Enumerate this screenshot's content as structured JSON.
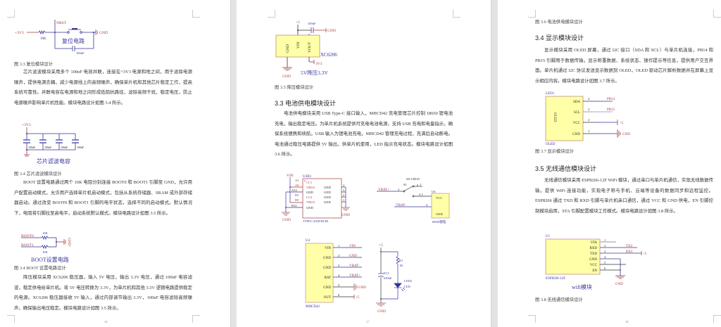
{
  "page16": {
    "fig_reset": {
      "vcc": "+3V3",
      "resistor": "10K",
      "nrst": "NRST",
      "gnd": "GND",
      "title": "复位电路",
      "cap": "100nF"
    },
    "caption_reset": "图 3.3  复位模块设计",
    "para_filter": "芯片滤波模块采用多个 100nF 电容并联，连接在+3V3 电源和地之间，用于滤除电源噪声，提供电源去耦，减少电源线上的高频噪声，确保单片机和其他芯片稳定工作，提高系统可靠性。并联电容在电源和地之间形成低阻抗路径，滤除高频干扰，稳定电压，防止电源噪声影响单片机性能。模块电路设计如图 3.4 所示。",
    "fig_filter": {
      "vcc": "+3V3",
      "caps": [
        "100nF",
        "100nF",
        "100nF",
        "100nF"
      ],
      "title": "芯片滤波电容"
    },
    "caption_filter": "图 3.4  芯片滤波模块设计",
    "para_boot": "BOOT 设置电路通过两个 10K 电阻分别连接 BOOT0 和 BOOT1 引脚至 GND，允许用户配置启动模式，允许用户选择单片机启动模式，包括从系统存储器、SRAM 或外部存储器启动。通过改变 BOOT0 和 BOOT1 引脚的电平状态，选择不同的启动模式。默认情况下，电阻将引脚拉至高电平，启动系统默认模式。模块电路设计如图 3.5 所示。",
    "fig_boot": {
      "boot0": "BOOT0",
      "boot1": "BOOT1",
      "r0": "10K",
      "r1": "10K",
      "gnd": "GND",
      "title": "BOOT设置电路"
    },
    "caption_boot": "图 3.4 BOOT 设置电路设计",
    "para_reg": "降压模块采用 XC6206 稳压器，输入 5V 电压，输出 3.3V 电压，通过 100nF 电容滤波，稳定供电给单片机。将 5V 电压转换为 3.3V，为单片机和其他 3.3V 逻辑电路提供稳定的电源。XC6206 稳压器接收 5V 输入，通过内部调节输出 3.3V，100nF 电容滤除高频噪声，确保输出电压稳定。模块电路设计如图 3.5 所示。",
    "page_number": "16"
  },
  "page17": {
    "fig_reg": {
      "vin_net": "+5",
      "cap": "100nF",
      "gnd_right": "GND",
      "pin_gnd": "GND",
      "pin_vin": "VIN",
      "pin_vout": "VOUT",
      "part": "XC6206",
      "out_net": "3V3",
      "gnd_bottom": "GND",
      "title": "5V降压3.3V"
    },
    "caption_reg": "图 3.5  降压模块设计",
    "heading": "3.3  电池供电模块设计",
    "para": "电池供电模块采用 USB Type-C 接口输入，MHCD42 充电管理芯片控制 18650 锂电池充电，输出稳定电压。为单片机系统提供可充电电池电源，支持 USB 充电和电量指示，确保系统便携和续航。USB 输入为锂电池充电，MHCD42 管理充电过程，充满后自动断电。电池通过稳压电路提供 5V 输出，供单片机使用，LED 指示充电状态。模块电路设计如图 3.6 所示。",
    "fig_usb": {
      "ref": "USB1",
      "vin": "VIN",
      "part": "TYPEC-250D-BCP6",
      "gnd_left": "GND",
      "gnd_right": "GND",
      "left_pins": [
        "A5",
        "A9",
        "A12",
        "B5",
        "B9",
        "B12"
      ],
      "left_names": [
        "CC1",
        "VBUS",
        "GND",
        "CC2",
        "VBUS",
        "GND"
      ],
      "right_names": [
        "GND",
        "GND",
        "GND",
        "GND"
      ],
      "right_nums": [
        "4",
        "3",
        "2",
        "1"
      ]
    },
    "fig_switch": {
      "part": "SS-12D10",
      "ref": "S1",
      "vbat_p": "VBAT+",
      "vbat_n": "VBAT-",
      "pin2": "2",
      "pin1": "1",
      "pin31": "3   1",
      "bat_ref": "U6",
      "bat_vcc": "VCC",
      "bat_gnd": "GND",
      "bat_pin2": "2",
      "bat_name": "18650锂电"
    },
    "fig_charger": {
      "ref": "U4",
      "part": "MHCD42",
      "pins": [
        "VIN",
        "GND",
        "GND",
        "BAT",
        "GND",
        "OUT"
      ],
      "nums": [
        "1",
        "2",
        "3",
        "4",
        "5",
        "6"
      ],
      "nets": [
        "VIN",
        "GND",
        "VBAT-",
        "VBAT+"
      ],
      "gnd": "GND",
      "plus5": "+5"
    },
    "fig_led": {
      "vcc": "+5",
      "r_ref": "R1",
      "r_val": "1K",
      "c_ref": "EC1",
      "c_val": "220uF",
      "led_ref": "LED2",
      "led_val": "LED",
      "gnd": "GND"
    },
    "page_number": "17"
  },
  "page18": {
    "caption_battery": "图 3.6  电池供电模块设计",
    "heading_display": "3.4 显示模块设计",
    "para_display": "显示模块采用 OLED 屏幕，通过 I2C 接口（SDA 和 SCL）与单片机连接，PB14 和 PB15 引脚用于数据传输。显示称重数据、系统状态、操作提示等信息，提供用户交互界面。单片机通过 I2C 协议发送显示数据到 OLED，OLED 驱动芯片解析数据并在屏幕上显示相应内容。模块电路设计如图 3.7 所示。",
    "fig_oled": {
      "ref": "LED1",
      "body": "OLED",
      "part": "OLED",
      "pins": [
        "SDA",
        "SCL",
        "VCC",
        "GND"
      ],
      "nums": [
        "4",
        "3",
        "2",
        "1"
      ],
      "nets": [
        "PB14",
        "PB15",
        "+5",
        "GND"
      ]
    },
    "caption_display": "图 3.7  显示模块设计",
    "heading_wifi": "3.5 无线通信模块设计",
    "para_wifi": "无线通信模块采用 ESP8266-12F WiFi 模块，通过串口与单片机通信，实现无线数据传输。提供 WiFi 连接功能，实现电子称与手机、云端等设备的数据同步和远程监控。ESP8266 通过 TXD 和 RXD 引脚与单片机串口通信，通过 VCC 和 GND 供电，EN 引脚控制模块启用，STA 引脚配置模块工作模式。模块电路设计如图 3.8 所示。",
    "fig_wifi": {
      "ref": "U1",
      "part": "ESP8266-12F",
      "title": "wifi模块",
      "pins": [
        "STA",
        "RXD",
        "TXD",
        "GND",
        "VCC",
        "EN"
      ],
      "nums": [
        "1",
        "2",
        "3",
        "4",
        "5",
        "6"
      ],
      "tx": "TX2",
      "rx": "RX2",
      "plus5": "+5",
      "gnd": "GND"
    },
    "caption_wifi": "图 3.8  无线通信模块设计",
    "page_number": "18"
  },
  "colors": {
    "net_label": "#a33a3a",
    "wire": "#33339a",
    "component_fill": "#ffffa8",
    "gap": "#e3e3e3"
  }
}
